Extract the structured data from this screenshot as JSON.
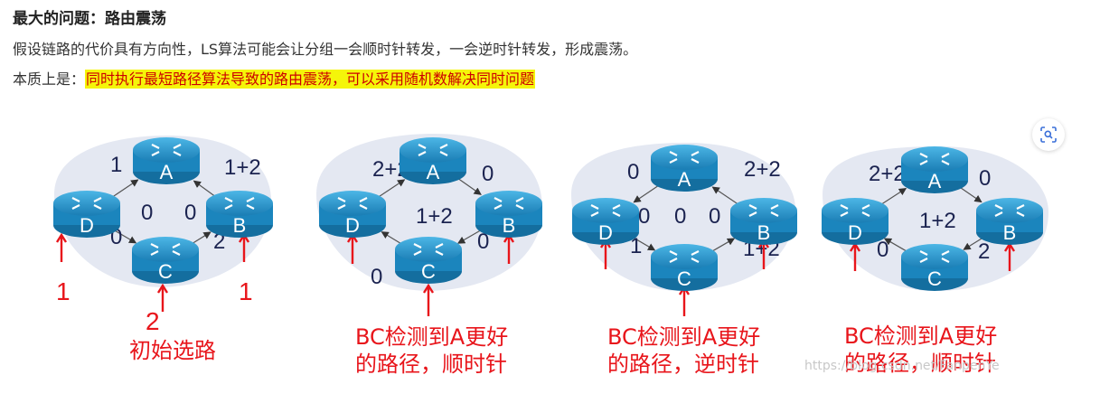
{
  "heading": "最大的问题：路由震荡",
  "line1": "假设链路的代价具有方向性，LS算法可能会让分组一会顺时针转发，一会逆时针转发，形成震荡。",
  "line2_prefix": "本质上是：",
  "line2_highlight": "同时执行最短路径算法导致的路由震荡，可以采用随机数解决同时问题",
  "zoom_icon": "zoom-scan-icon",
  "router_icon": "router-icon",
  "colors": {
    "highlight_bg": "#f5f50a",
    "highlight_text": "#cc0000",
    "annotation_red": "#e8151b",
    "router_blue": "#1d8fc4",
    "blob": "#e4e8f2"
  },
  "diagrams": [
    {
      "routers": [
        "A",
        "B",
        "C",
        "D"
      ],
      "labels": [
        "1",
        "1+2",
        "0",
        "0",
        "0",
        "2"
      ],
      "red_marks": [
        "1",
        "1",
        "2"
      ],
      "caption": [
        "初始选路"
      ]
    },
    {
      "routers": [
        "A",
        "B",
        "C",
        "D"
      ],
      "labels": [
        "2+2",
        "0",
        "1+2",
        "0",
        "0"
      ],
      "caption": [
        "BC检测到A更好",
        "的路径，顺时针"
      ]
    },
    {
      "routers": [
        "A",
        "B",
        "C",
        "D"
      ],
      "labels": [
        "0",
        "2+2",
        "0",
        "0",
        "0",
        "1",
        "1+2"
      ],
      "caption": [
        "BC检测到A更好",
        "的路径，逆时针"
      ]
    },
    {
      "routers": [
        "A",
        "B",
        "C",
        "D"
      ],
      "labels": [
        "2+2",
        "0",
        "1+2",
        "0",
        "2"
      ],
      "caption": [
        "BC检测到A更好",
        "的路径，顺时针"
      ]
    }
  ],
  "watermark": "https://blog.csdn.net/FanpenYe"
}
